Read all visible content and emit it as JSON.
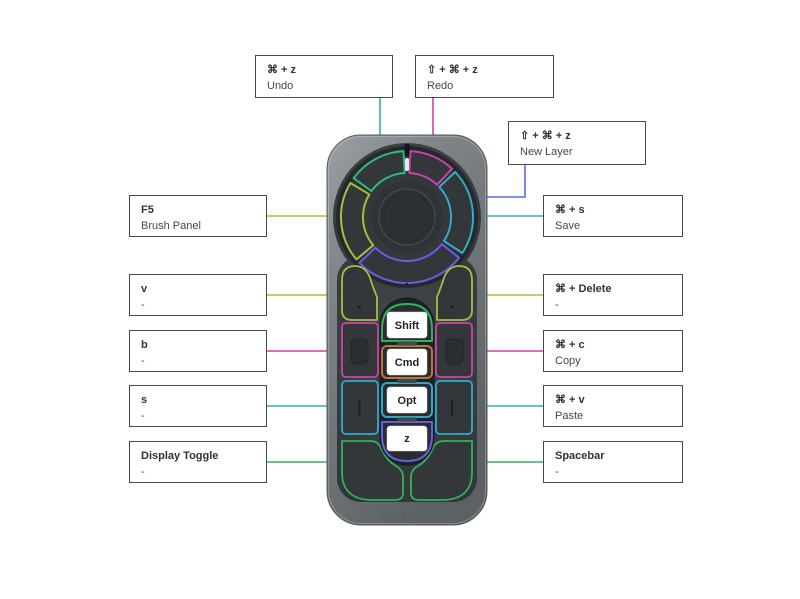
{
  "canvas": {
    "background": "#ffffff"
  },
  "device": {
    "name": "Wacom ExpressKey Remote",
    "brand": "wacom",
    "keys": [
      {
        "id": "shift",
        "label": "Shift",
        "color": "#30b457"
      },
      {
        "id": "cmd",
        "label": "Cmd",
        "color": "#b5773c"
      },
      {
        "id": "opt",
        "label": "Opt",
        "color": "#2fa9c6"
      },
      {
        "id": "z",
        "label": "z",
        "color": "#6c5ce4"
      }
    ],
    "ring_segments": [
      {
        "id": "ring-top-left",
        "action": "Undo",
        "color": "#2cb980"
      },
      {
        "id": "ring-top-right",
        "action": "Redo",
        "color": "#cb42ae"
      },
      {
        "id": "ring-right",
        "action": "Save",
        "color": "#2fadc9"
      },
      {
        "id": "ring-bottom",
        "action": "New Layer",
        "color": "#6d5ce6"
      },
      {
        "id": "ring-left",
        "action": "Brush Panel",
        "color": "#a6bf3d"
      }
    ]
  },
  "callouts": [
    {
      "id": "undo",
      "shortcut": "⌘ + z",
      "action": "Undo",
      "color": "#2cb980"
    },
    {
      "id": "redo",
      "shortcut": "⇧ + ⌘ + z",
      "action": "Redo",
      "color": "#cb42ae"
    },
    {
      "id": "new-layer",
      "shortcut": "⇧ + ⌘ + z",
      "action": "New Layer",
      "color": "#5a69e8"
    },
    {
      "id": "brush-panel",
      "shortcut": "F5",
      "action": "Brush Panel",
      "color": "#a6bf3d"
    },
    {
      "id": "save",
      "shortcut": "⌘ + s",
      "action": "Save",
      "color": "#2fadc9"
    },
    {
      "id": "v",
      "shortcut": "v",
      "action": "-",
      "color": "#a6bf3d"
    },
    {
      "id": "cmd-delete",
      "shortcut": "⌘ + Delete",
      "action": "-",
      "color": "#a6bf3d"
    },
    {
      "id": "b",
      "shortcut": "b",
      "action": "-",
      "color": "#cb42ae"
    },
    {
      "id": "copy",
      "shortcut": "⌘ + c",
      "action": "Copy",
      "color": "#cb42ae"
    },
    {
      "id": "s",
      "shortcut": "s",
      "action": "-",
      "color": "#2fadc9"
    },
    {
      "id": "paste",
      "shortcut": "⌘ + v",
      "action": "Paste",
      "color": "#2fadc9"
    },
    {
      "id": "display-toggle",
      "shortcut": "Display Toggle",
      "action": "-",
      "color": "#30b457"
    },
    {
      "id": "spacebar",
      "shortcut": "Spacebar",
      "action": "-",
      "color": "#30b457"
    }
  ]
}
